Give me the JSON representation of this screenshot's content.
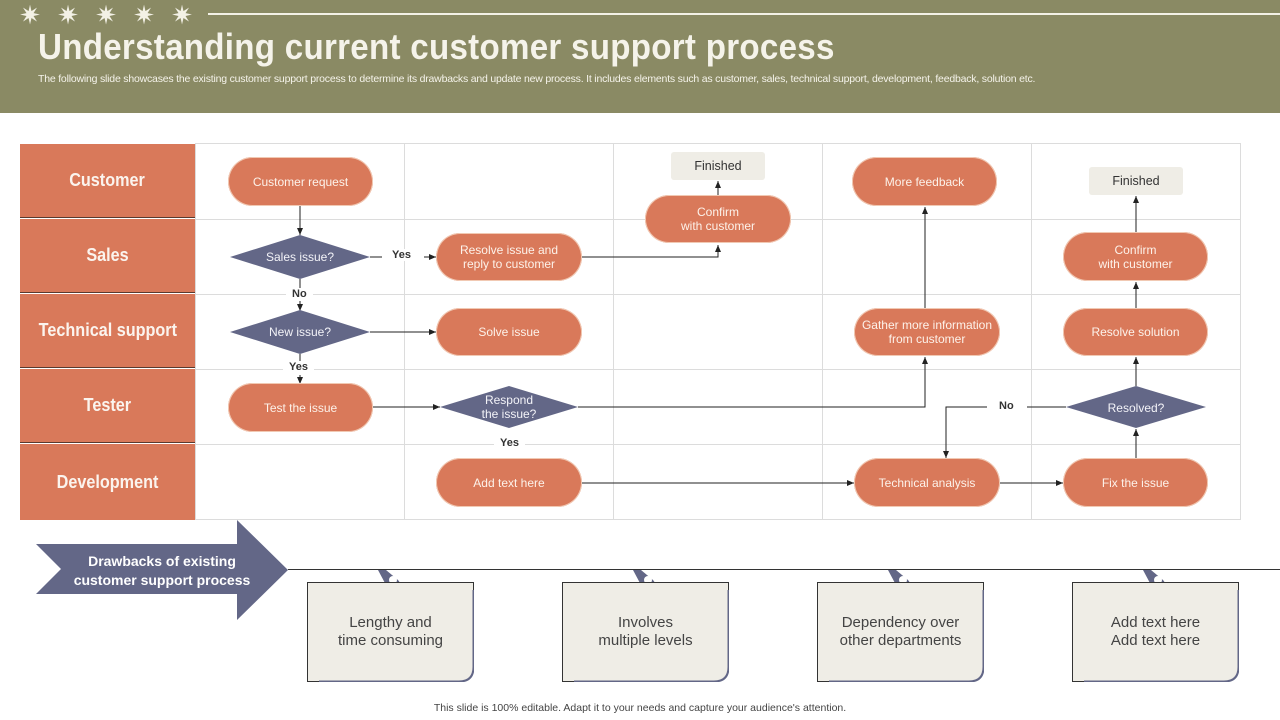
{
  "header": {
    "title": "Understanding current customer support process",
    "subtitle": "The following slide showcases the existing customer support process to determine its drawbacks and update new process. It includes elements such as customer, sales, technical support, development,  feedback, solution etc.",
    "star_count": 5,
    "background_color": "#8a8a64"
  },
  "lanes": [
    "Customer",
    "Sales",
    "Technical support",
    "Tester",
    "Development"
  ],
  "nodes": {
    "customer_request": "Customer request",
    "sales_issue": "Sales issue?",
    "resolve_reply": "Resolve issue and\nreply to customer",
    "confirm_customer_1": "Confirm\nwith customer",
    "finished_1": "Finished",
    "new_issue": "New issue?",
    "solve_issue": "Solve issue",
    "test_issue": "Test the issue",
    "respond_issue": "Respond\nthe issue?",
    "add_text": "Add text here",
    "more_feedback": "More feedback",
    "gather_info": "Gather more information\nfrom customer",
    "technical_analysis": "Technical analysis",
    "fix_issue": "Fix the issue",
    "resolved": "Resolved?",
    "resolve_solution": "Resolve solution",
    "confirm_customer_2": "Confirm\nwith customer",
    "finished_2": "Finished"
  },
  "edge_labels": {
    "sales_yes": "Yes",
    "sales_no": "No",
    "new_issue_yes": "Yes",
    "respond_yes": "Yes",
    "resolved_no": "No"
  },
  "drawbacks": {
    "banner": "Drawbacks of existing customer support process",
    "items": [
      "Lengthy and\ntime consuming",
      "Involves\nmultiple levels",
      "Dependency over\nother departments",
      "Add text here\nAdd text here"
    ]
  },
  "footer": "This slide is 100% editable.  Adapt it to your needs and capture your audience's attention.",
  "colors": {
    "accent_orange": "#d9795a",
    "decision_slate": "#636787",
    "note_fill": "#efede6"
  }
}
